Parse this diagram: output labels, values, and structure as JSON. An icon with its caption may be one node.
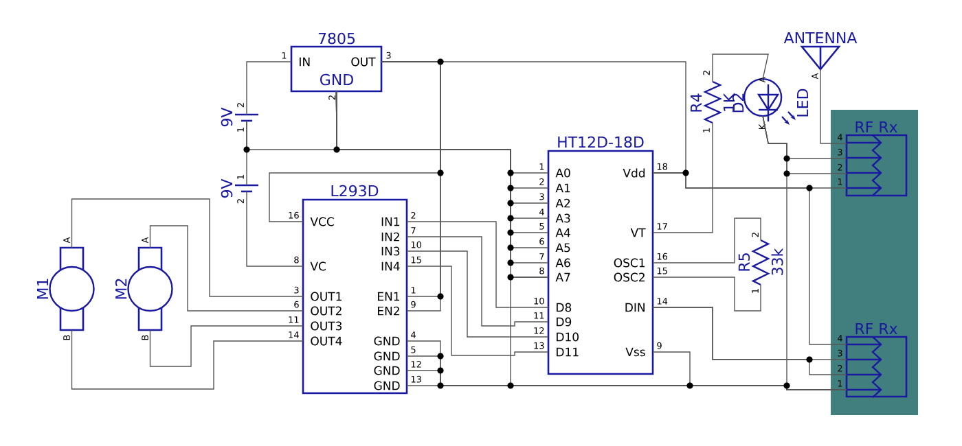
{
  "diagram": {
    "nodes": [
      {
        "text": [
          "7805",
          "IN",
          "OUT",
          "GND"
        ],
        "beside": [
          "1",
          "3",
          "2"
        ]
      },
      {
        "text": [
          "9V",
          "2",
          "1"
        ]
      },
      {
        "text": [
          "9V",
          "1",
          "2"
        ]
      },
      {
        "text": [
          "L293D",
          "VCC",
          "VC",
          "OUT1",
          "OUT2",
          "OUT3",
          "OUT4",
          "IN1",
          "IN2",
          "IN3",
          "IN4",
          "EN1",
          "EN2",
          "GND",
          "GND",
          "GND",
          "GND"
        ],
        "beside": [
          "16",
          "8",
          "3",
          "6",
          "11",
          "14",
          "2",
          "7",
          "10",
          "15",
          "1",
          "9",
          "4",
          "5",
          "12",
          "13"
        ]
      },
      {
        "text": [
          "M1"
        ],
        "beside": [
          "A",
          "B"
        ]
      },
      {
        "text": [
          "M2"
        ],
        "beside": [
          "A",
          "B"
        ]
      },
      {
        "text": [
          "HT12D-18D",
          "A0",
          "A1",
          "A2",
          "A3",
          "A4",
          "A5",
          "A6",
          "A7",
          "D8",
          "D9",
          "D10",
          "D11",
          "Vdd",
          "VT",
          "OSC1",
          "OSC2",
          "DIN",
          "Vss"
        ],
        "beside": [
          "1",
          "2",
          "3",
          "4",
          "5",
          "6",
          "7",
          "8",
          "10",
          "11",
          "12",
          "13",
          "18",
          "17",
          "16",
          "15",
          "14",
          "9"
        ]
      },
      {
        "text": [
          "R4",
          "1K",
          "2",
          "1"
        ]
      },
      {
        "text": [
          "D2",
          "LED",
          "A",
          "K"
        ]
      },
      {
        "text": [
          "ANTENNA"
        ],
        "beside": [
          "A"
        ]
      },
      {
        "text": [],
        "shape": "box"
      },
      {
        "text": [
          "RF Rx"
        ],
        "beside": [
          "4",
          "3",
          "2",
          "1"
        ],
        "in": 10
      },
      {
        "text": [
          "RF Rx"
        ],
        "beside": [
          "4",
          "3",
          "2",
          "1"
        ],
        "in": 10
      },
      {
        "text": [
          "R5",
          "33k",
          "2",
          "1"
        ]
      }
    ],
    "edges": [
      {
        "from": 1,
        "to": 0,
        "arrow": "none"
      },
      {
        "from": 0,
        "to": 1,
        "arrow": "none"
      },
      {
        "from": 1,
        "to": 2,
        "arrow": "none"
      },
      {
        "from": 2,
        "to": 3,
        "arrow": "none"
      },
      {
        "from": 0,
        "to": 3,
        "arrow": "none"
      },
      {
        "from": 0,
        "to": 3,
        "arrow": "none"
      },
      {
        "from": 0,
        "to": 3,
        "arrow": "none"
      },
      {
        "from": 0,
        "to": 6,
        "arrow": "none"
      },
      {
        "from": 0,
        "to": 6,
        "arrow": "none"
      },
      {
        "from": 0,
        "to": 6,
        "arrow": "none"
      },
      {
        "from": 0,
        "to": 6,
        "arrow": "none"
      },
      {
        "from": 0,
        "to": 6,
        "arrow": "none"
      },
      {
        "from": 0,
        "to": 6,
        "arrow": "none"
      },
      {
        "from": 0,
        "to": 6,
        "arrow": "none"
      },
      {
        "from": 0,
        "to": 6,
        "arrow": "none"
      },
      {
        "from": 0,
        "to": 6,
        "arrow": "none"
      },
      {
        "from": 3,
        "to": 6,
        "arrow": "none"
      },
      {
        "from": 3,
        "to": 6,
        "arrow": "none"
      },
      {
        "from": 3,
        "to": 6,
        "arrow": "none"
      },
      {
        "from": 3,
        "to": 6,
        "arrow": "none"
      },
      {
        "from": 4,
        "to": 3,
        "arrow": "none"
      },
      {
        "from": 5,
        "to": 3,
        "arrow": "none"
      },
      {
        "from": 3,
        "to": 5,
        "arrow": "none"
      },
      {
        "from": 3,
        "to": 4,
        "arrow": "none"
      },
      {
        "from": 3,
        "to": 12,
        "arrow": "none"
      },
      {
        "from": 3,
        "to": 12,
        "arrow": "none"
      },
      {
        "from": 3,
        "to": 12,
        "arrow": "none"
      },
      {
        "from": 3,
        "to": 12,
        "arrow": "none"
      },
      {
        "from": 6,
        "to": 12,
        "arrow": "none"
      },
      {
        "from": 6,
        "to": 12,
        "arrow": "none"
      },
      {
        "from": 6,
        "to": 11,
        "arrow": "none"
      },
      {
        "from": 6,
        "to": 12,
        "arrow": "none"
      },
      {
        "from": 6,
        "to": 7,
        "arrow": "none"
      },
      {
        "from": 7,
        "to": 8,
        "arrow": "none"
      },
      {
        "from": 8,
        "to": 11,
        "arrow": "none"
      },
      {
        "from": 8,
        "to": 11,
        "arrow": "none"
      },
      {
        "from": 8,
        "to": 12,
        "arrow": "none"
      },
      {
        "from": 6,
        "to": 13,
        "arrow": "none"
      },
      {
        "from": 6,
        "to": 13,
        "arrow": "none"
      },
      {
        "from": 6,
        "to": 12,
        "arrow": "none"
      },
      {
        "from": 6,
        "to": 12,
        "arrow": "none"
      },
      {
        "from": 9,
        "to": 11,
        "arrow": "none"
      }
    ]
  }
}
